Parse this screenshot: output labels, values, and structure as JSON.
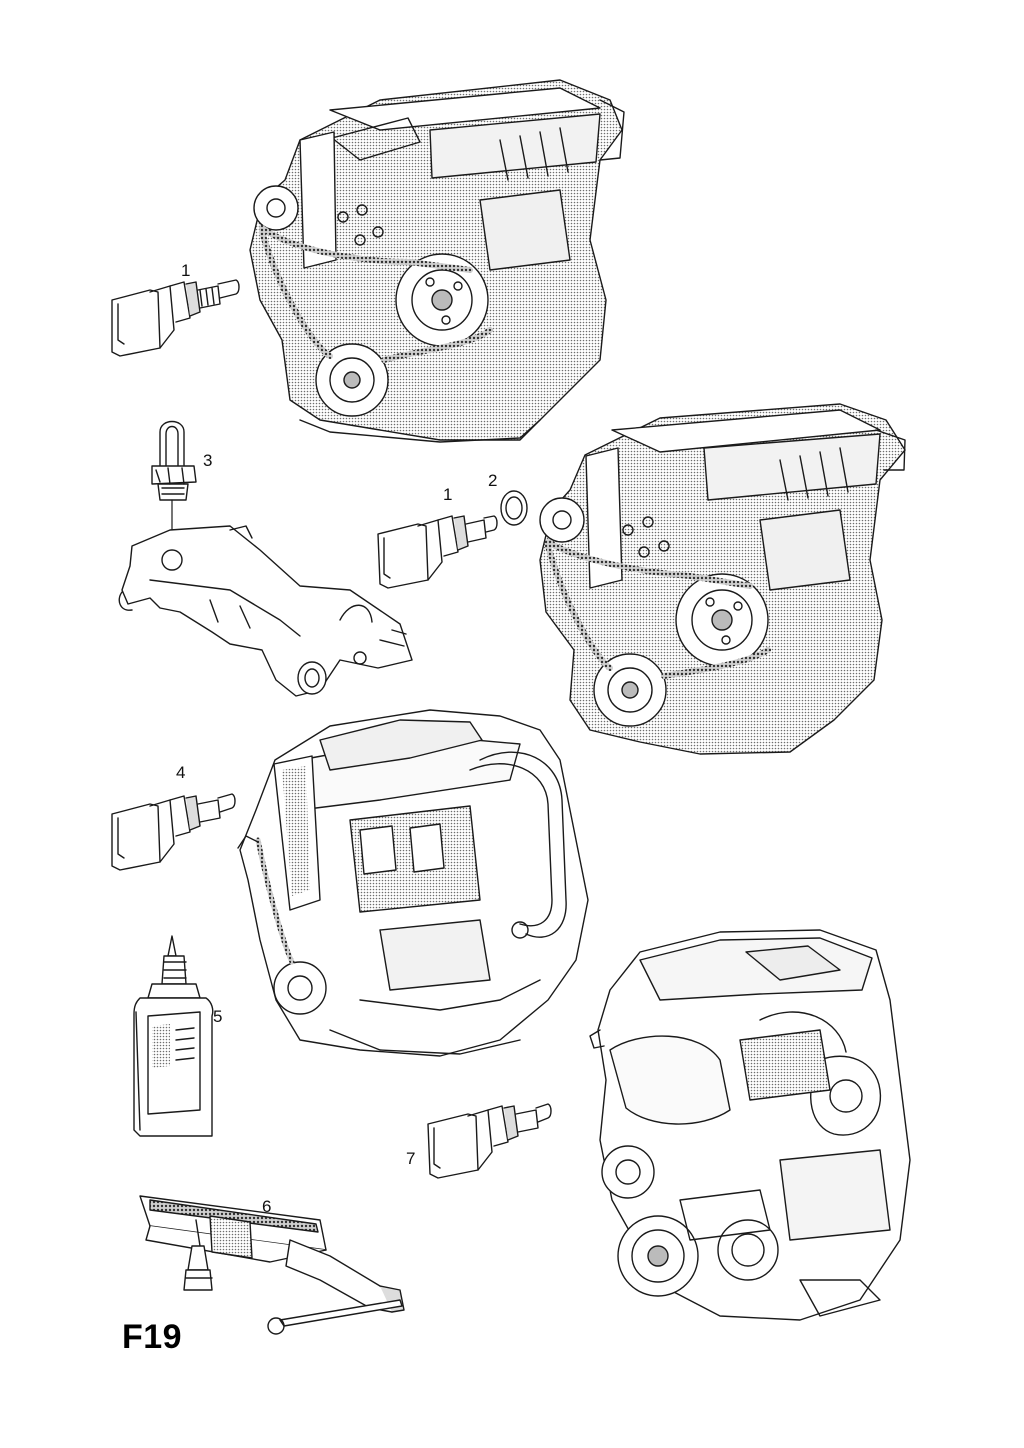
{
  "figure_code": "F19",
  "callouts": {
    "c1a": "1",
    "c1b": "1",
    "c2": "2",
    "c3": "3",
    "c4": "4",
    "c5": "5",
    "c6": "6",
    "c7": "7"
  },
  "colors": {
    "ink": "#1a1a1a",
    "screen": "#8a8a8a",
    "background": "#ffffff"
  }
}
